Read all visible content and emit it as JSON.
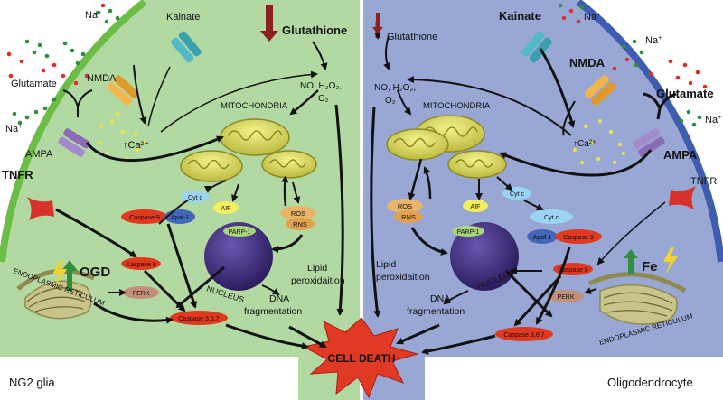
{
  "left": {
    "cell_name": "NG2 glia",
    "kainate": "Kainate",
    "nmda": "NMDA",
    "ampa": "AMPA",
    "glutamate": "Glutamate",
    "na": "Na",
    "na_sup": "+",
    "tnfr": "TNFR",
    "glutathione": "Glutathione",
    "ros_species": "NO, H₂O₂,",
    "ros_o2": "O₂",
    "calcium": "↑Ca²⁺",
    "mito": "MITOCHONDRIA",
    "cytc": "Cyt c",
    "caspase9": "Caspase 9",
    "apaf1": "Apaf-1",
    "aif": "AIF",
    "ros": "ROS",
    "rns": "RNS",
    "parp1": "PARP-1",
    "nucleus": "NUCLEUS",
    "ogd": "OGD",
    "caspase8": "Caspase 8",
    "perk": "PERK",
    "caspase367": "Caspase 3,6,7",
    "er": "ENDOPLASMIC RETICULUM",
    "lipid1": "Lipid",
    "lipid2": "peroxidaition",
    "dna1": "DNA",
    "dna2": "fragmentation"
  },
  "right": {
    "cell_name": "Oligodendrocyte",
    "kainate": "Kainate",
    "nmda": "NMDA",
    "ampa": "AMPA",
    "glutamate": "Glutamate",
    "na": "Na",
    "na_sup": "+",
    "tnfr": "TNFR",
    "glutathione": "Glutathione",
    "ros_species": "NO, H₂O₂,",
    "ros_o2": "O₂",
    "calcium": "↑Ca²⁺",
    "mito": "MITOCHONDRIA",
    "cytc": "Cyt c",
    "caspase9": "Caspase 9",
    "apaf1": "Apaf-1",
    "aif": "AIF",
    "ros": "ROS",
    "rns": "RNS",
    "parp1": "PARP-1",
    "nucleus": "NUCLEUS",
    "fe": "Fe",
    "caspase8": "Caspase 8",
    "perk": "PERK",
    "caspase367": "Caspase 3,6,7",
    "er": "ENDOPLASMIC RETICULUM",
    "lipid1": "Lipid",
    "lipid2": "peroxidaition",
    "dna1": "DNA",
    "dna2": "fragmentation"
  },
  "center": {
    "cell_death": "CELL DEATH"
  },
  "colors": {
    "left_fill": "#b3d9a3",
    "left_border": "#6cbd45",
    "right_fill": "#98a7d4",
    "right_border": "#3e5db0",
    "mito": "#e1e168",
    "nucleus": "#3d2c78",
    "caspase": "#e0391f",
    "apaf": "#4466b8",
    "cytc": "#9bd5f2",
    "aif": "#f3ef5e",
    "ros": "#e8b56b",
    "perk": "#c59079",
    "parp": "#a9d57b",
    "death": "#e03a24"
  },
  "icons": [
    "kainate-receptor-icon",
    "nmda-receptor-icon",
    "ampa-receptor-icon",
    "tnfr-receptor-icon",
    "up-arrow-icon",
    "down-arrow-icon",
    "lightning-icon"
  ]
}
